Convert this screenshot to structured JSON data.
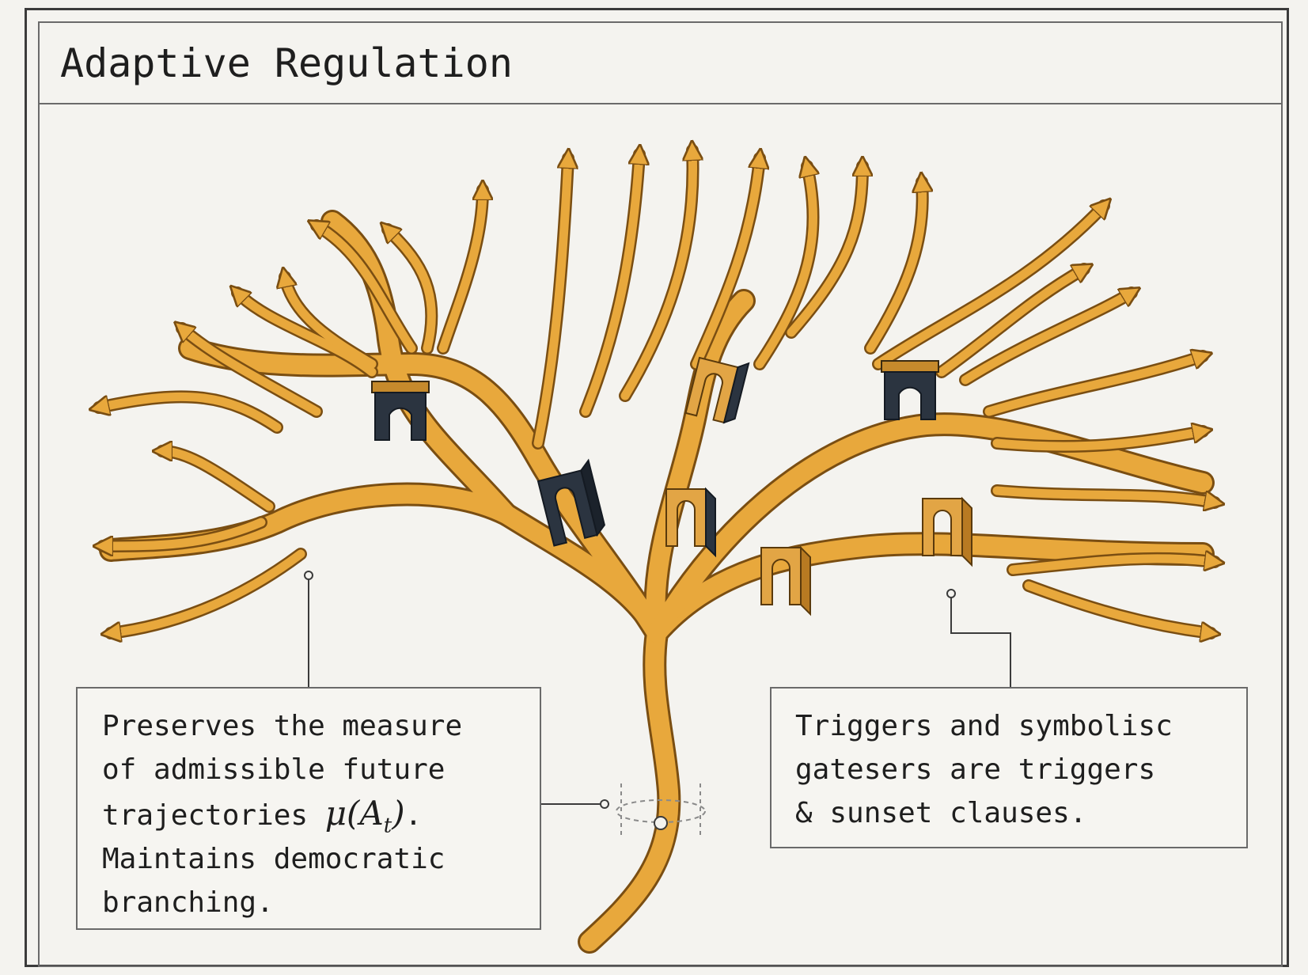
{
  "panel": {
    "title": "Adaptive Regulation"
  },
  "callouts": {
    "left": {
      "line1": "Preserves the measure",
      "line2": "of admissible future",
      "line3_text": "trajectories ",
      "line3_math": "μ(A",
      "line3_math_sub": "t",
      "line3_math_close": ")",
      "line3_end": ".",
      "line4": "Maintains democratic",
      "line5": "branching."
    },
    "right": {
      "line1": "Triggers and symbolisc",
      "line2": "gatesers are triggers",
      "line3": "& sunset clauses."
    }
  },
  "colors": {
    "branch_fill": "#e8a83c",
    "branch_outline": "#7a4e12",
    "gate_dark": "#2b3440",
    "gate_gold": "#d99b33",
    "frame": "#3b3b3b",
    "background": "#f4f3ef"
  }
}
